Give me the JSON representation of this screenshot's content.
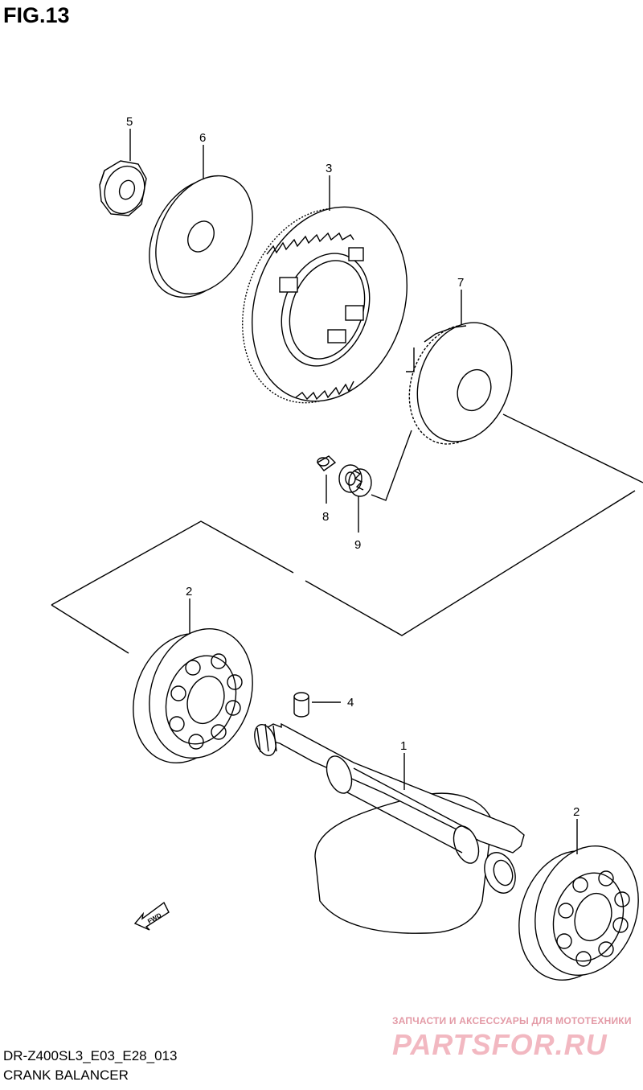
{
  "figure": {
    "title": "FIG.13",
    "model_code": "DR-Z400SL3_E03_E28_013",
    "assembly_name": "CRANK BALANCER"
  },
  "callouts": {
    "c1": "1",
    "c2a": "2",
    "c2b": "2",
    "c3": "3",
    "c4": "4",
    "c5": "5",
    "c6": "6",
    "c7": "7",
    "c8": "8",
    "c9": "9"
  },
  "direction_marker": "FWD",
  "watermark": {
    "tagline": "ЗАПЧАСТИ И АКСЕССУАРЫ ДЛЯ МОТОТЕХНИКИ",
    "logo_text": "PARTSFOR.RU"
  },
  "colors": {
    "line": "#000000",
    "watermark": "#f2b8c1"
  }
}
